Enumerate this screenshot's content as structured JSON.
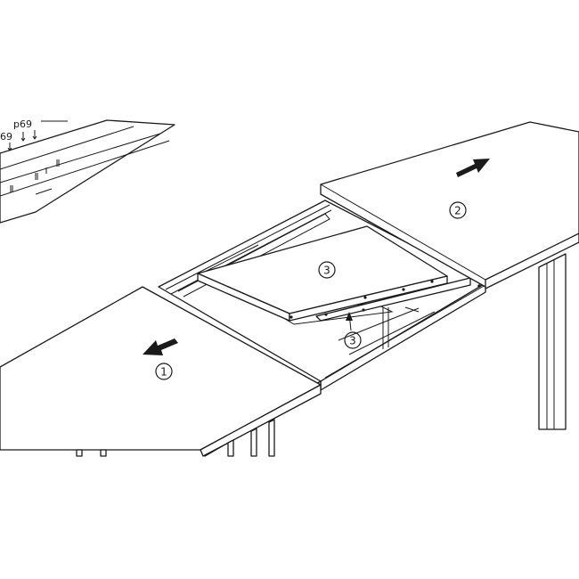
{
  "inset": {
    "code_a": "p69",
    "code_b": "69"
  },
  "labels": {
    "step_left": "1",
    "step_right": "2",
    "step_leaf": "3",
    "step_support": "3"
  },
  "colors": {
    "line": "#1a1a1a",
    "paper": "#ffffff"
  },
  "icons": [
    "arrow-left-icon",
    "arrow-right-icon",
    "pointer-arrow-icon",
    "screw-icon"
  ]
}
